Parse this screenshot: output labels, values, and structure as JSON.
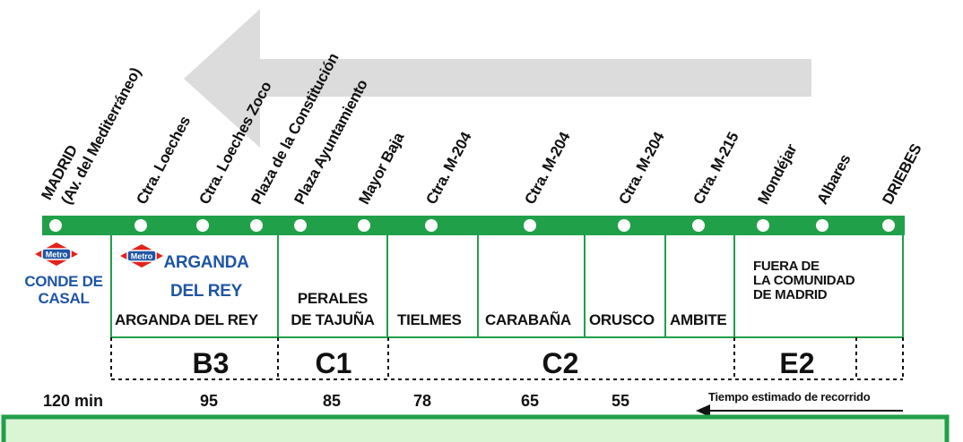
{
  "stops": [
    {
      "label": "MADRID",
      "label2": "(Av. del Mediterráneo)"
    },
    {
      "label": "Ctra. Loeches"
    },
    {
      "label": "Ctra. Loeches Zoco"
    },
    {
      "label": "Plaza de la Constitución"
    },
    {
      "label": "Plaza Ayuntamiento"
    },
    {
      "label": "Mayor Baja"
    },
    {
      "label": "Ctra. M-204"
    },
    {
      "label": "Ctra. M-204"
    },
    {
      "label": "Ctra. M-204"
    },
    {
      "label": "Ctra. M-215"
    },
    {
      "label": "Mondéjar"
    },
    {
      "label": "Albares"
    },
    {
      "label": "DRIEBES"
    }
  ],
  "towns": {
    "conde_de_casal": {
      "line1": "CONDE DE",
      "line2": "CASAL"
    },
    "arganda_metro": {
      "line1": "ARGANDA",
      "line2": "DEL REY"
    },
    "arganda": "ARGANDA DEL REY",
    "perales": {
      "line1": "PERALES",
      "line2": "DE TAJUÑA"
    },
    "tielmes": "TIELMES",
    "carabana": "CARABAÑA",
    "orusco": "ORUSCO",
    "ambite": "AMBITE",
    "fuera": {
      "line1": "FUERA DE",
      "line2": "LA COMUNIDAD",
      "line3": "DE MADRID"
    }
  },
  "metro_logo_text": "Metro",
  "zones": [
    "B3",
    "C1",
    "C2",
    "E2"
  ],
  "times": [
    "120 min",
    "95",
    "85",
    "78",
    "65",
    "55"
  ],
  "time_note": "Tiempo estimado de recorrido",
  "colors": {
    "line_green": "#21a04a",
    "arrow_gray": "#dcdcdc",
    "metro_red": "#e2231a",
    "metro_blue": "#1f55a4",
    "banner_fill": "#d9f5d4",
    "banner_border": "#21a04a"
  },
  "icons": [
    "direction-arrow-icon",
    "metro-logo-icon",
    "back-arrow-icon"
  ]
}
